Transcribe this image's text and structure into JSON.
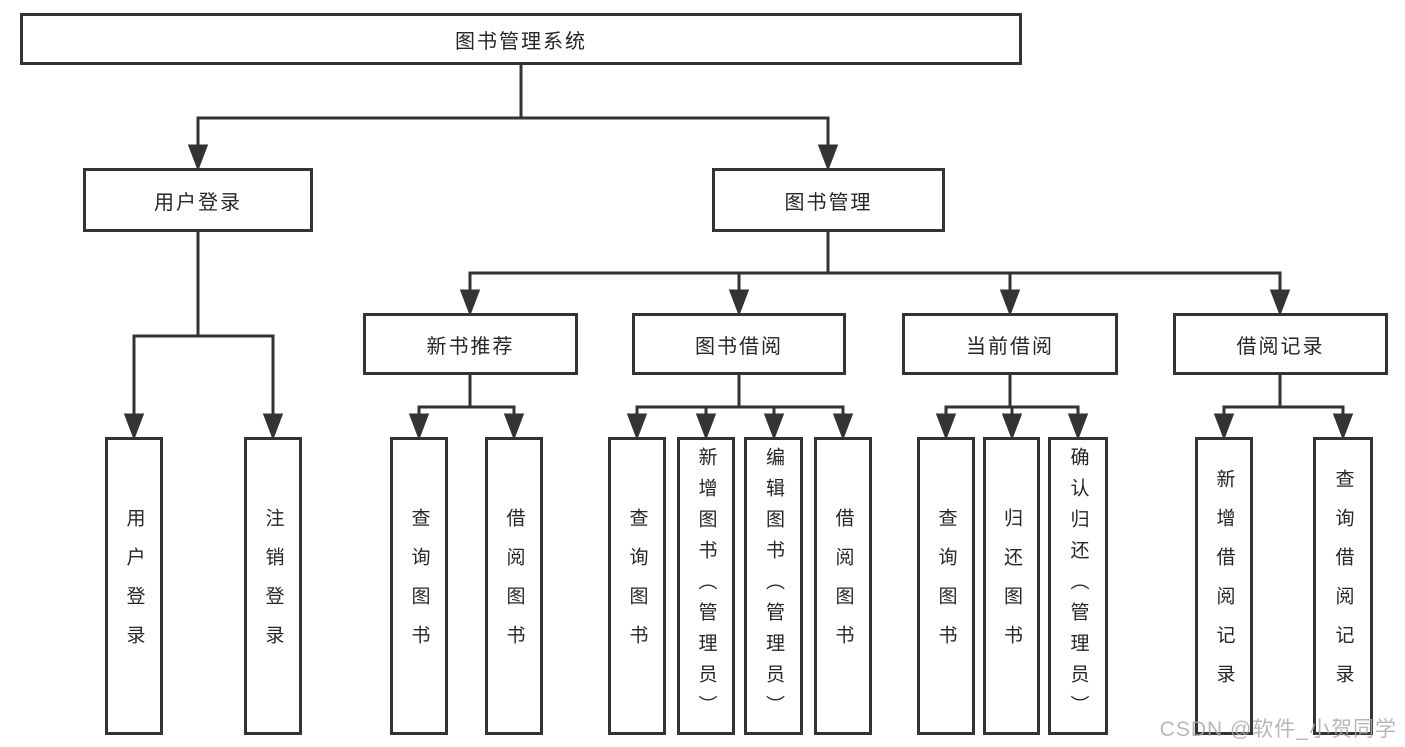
{
  "diagram_title": "图书管理系统",
  "tree": {
    "label": "图书管理系统",
    "children": [
      {
        "label": "用户登录",
        "children": [
          {
            "label": "用户登录"
          },
          {
            "label": "注销登录"
          }
        ]
      },
      {
        "label": "图书管理",
        "children": [
          {
            "label": "新书推荐",
            "children": [
              {
                "label": "查询图书"
              },
              {
                "label": "借阅图书"
              }
            ]
          },
          {
            "label": "图书借阅",
            "children": [
              {
                "label": "查询图书"
              },
              {
                "label": "新增图书（管理员）"
              },
              {
                "label": "编辑图书（管理员）"
              },
              {
                "label": "借阅图书"
              }
            ]
          },
          {
            "label": "当前借阅",
            "children": [
              {
                "label": "查询图书"
              },
              {
                "label": "归还图书"
              },
              {
                "label": "确认归还（管理员）"
              }
            ]
          },
          {
            "label": "借阅记录",
            "children": [
              {
                "label": "新增借阅记录"
              },
              {
                "label": "查询借阅记录"
              }
            ]
          }
        ]
      }
    ]
  },
  "watermark": {
    "text": "CSDN @软件_小贺同学"
  },
  "colors": {
    "line": "#333333",
    "box_border": "#333333",
    "text": "#262626",
    "watermark": "#aaaaaa",
    "background": "#ffffff"
  }
}
